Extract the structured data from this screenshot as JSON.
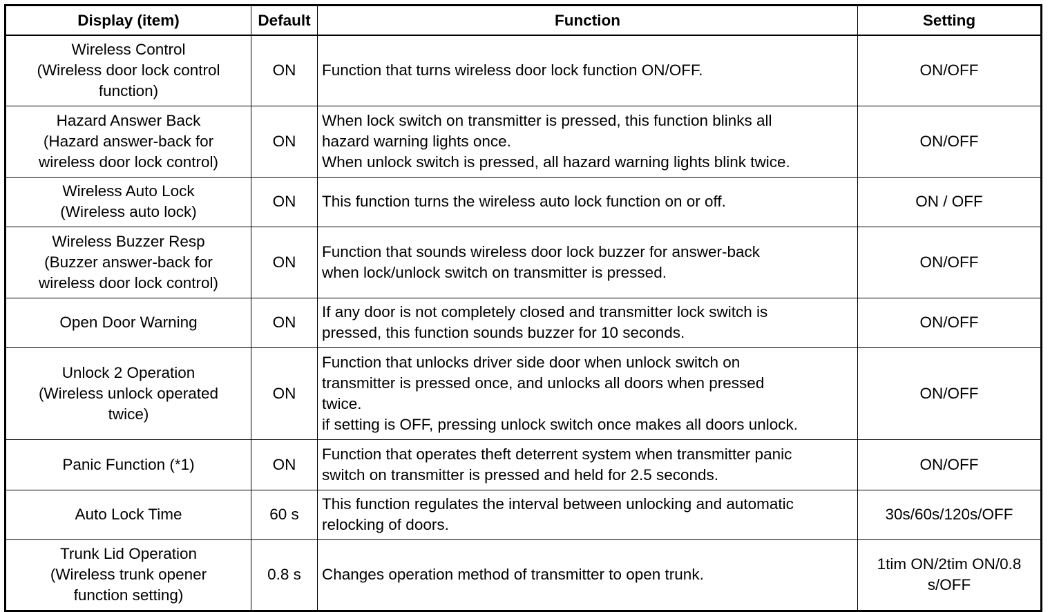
{
  "headers": {
    "display": "Display (item)",
    "default": "Default",
    "function": "Function",
    "setting": "Setting"
  },
  "rows": [
    {
      "display": "Wireless Control\n(Wireless door lock control\nfunction)",
      "default": "ON",
      "function": "Function that turns wireless door lock function ON/OFF.",
      "setting": "ON/OFF"
    },
    {
      "display": "Hazard Answer Back\n(Hazard answer-back for\nwireless door lock control)",
      "default": "ON",
      "function": "When lock switch on transmitter is pressed, this function blinks all\nhazard warning lights once.\nWhen unlock switch is pressed, all hazard warning lights blink twice.",
      "setting": "ON/OFF"
    },
    {
      "display": "Wireless Auto Lock\n(Wireless auto lock)",
      "default": "ON",
      "function": "This function turns the wireless auto lock function on or off.",
      "setting": "ON / OFF"
    },
    {
      "display": "Wireless Buzzer Resp\n(Buzzer answer-back for\nwireless door lock control)",
      "default": "ON",
      "function": "Function that sounds wireless door lock buzzer for answer-back\nwhen lock/unlock switch on transmitter is pressed.",
      "setting": "ON/OFF"
    },
    {
      "display": "Open Door Warning",
      "default": "ON",
      "function": "If any door is not completely closed and transmitter lock switch is\npressed, this function sounds buzzer for 10 seconds.",
      "setting": "ON/OFF"
    },
    {
      "display": "Unlock 2 Operation\n(Wireless unlock operated\ntwice)",
      "default": "ON",
      "function": "Function that unlocks driver side door when unlock switch on\ntransmitter is pressed once, and unlocks all doors when pressed\ntwice.\nif setting is OFF, pressing unlock switch once makes all doors unlock.",
      "setting": "ON/OFF"
    },
    {
      "display": "Panic Function (*1)",
      "default": "ON",
      "function": "Function that operates theft deterrent system when transmitter panic\nswitch on transmitter is pressed and held for 2.5 seconds.",
      "setting": "ON/OFF"
    },
    {
      "display": "Auto Lock Time",
      "default": "60 s",
      "function": "This function regulates the interval between unlocking and automatic\nrelocking of doors.",
      "setting": "30s/60s/120s/OFF"
    },
    {
      "display": "Trunk Lid Operation\n(Wireless trunk opener\nfunction setting)",
      "default": "0.8 s",
      "function": "Changes operation method of transmitter to open trunk.",
      "setting": "1tim ON/2tim ON/0.8\ns/OFF"
    }
  ]
}
